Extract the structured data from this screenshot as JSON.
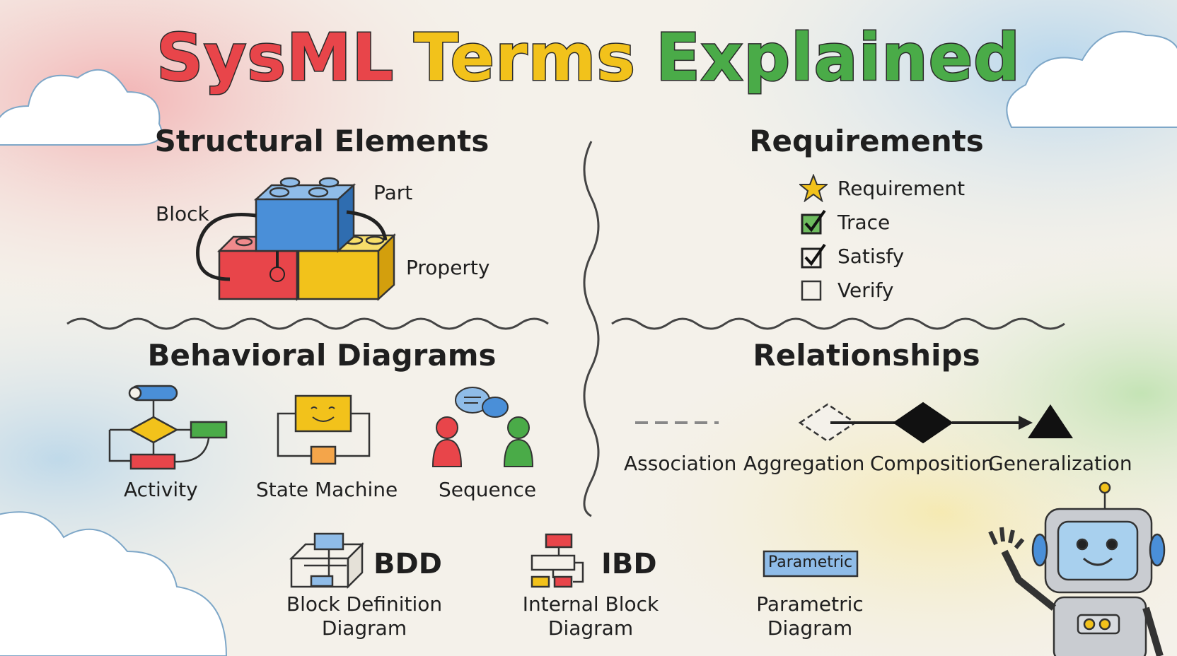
{
  "title": {
    "words": [
      "SysML",
      "Terms",
      "Explained"
    ],
    "colors": [
      "#e8454a",
      "#f2c21b",
      "#4aab48"
    ]
  },
  "structural": {
    "heading": "Structural Elements",
    "block_label": "Block",
    "part_label": "Part",
    "property_label": "Property"
  },
  "requirements": {
    "heading": "Requirements",
    "items": [
      {
        "label": "Requirement",
        "icon": "star-icon"
      },
      {
        "label": "Trace",
        "icon": "checked-box-icon"
      },
      {
        "label": "Satisfy",
        "icon": "checked-box-icon"
      },
      {
        "label": "Verify",
        "icon": "empty-box-icon"
      }
    ]
  },
  "behavioral": {
    "heading": "Behavioral Diagrams",
    "activity": "Activity",
    "state_machine": "State Machine",
    "sequence": "Sequence"
  },
  "relationships": {
    "heading": "Relationships",
    "association": "Association",
    "aggregation": "Aggregation",
    "composition": "Composition",
    "generalization": "Generalization"
  },
  "diagrams": {
    "bdd": {
      "abbr": "BDD",
      "line1": "Block Definition",
      "line2": "Diagram"
    },
    "ibd": {
      "abbr": "IBD",
      "line1": "Internal Block",
      "line2": "Diagram"
    },
    "parametric": {
      "tag": "Parametric",
      "line1": "Parametric",
      "line2": "Diagram"
    }
  },
  "colors": {
    "red": "#e8454a",
    "blue": "#4a8fd8",
    "yellow": "#f2c21b",
    "green": "#4aab48",
    "background": "#f4f1ea"
  }
}
